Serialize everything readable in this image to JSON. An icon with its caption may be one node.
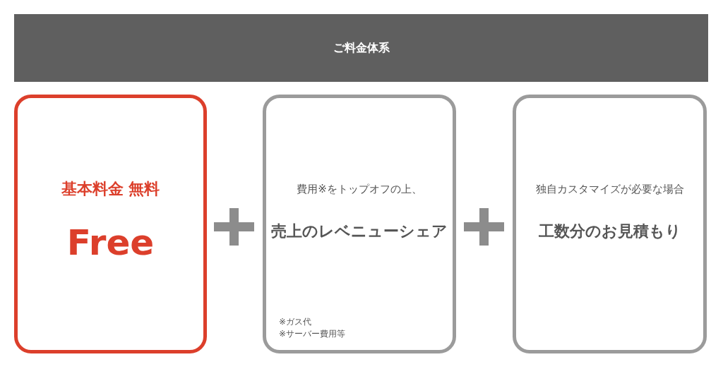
{
  "diagram": {
    "nodes": [
      {
        "text": [
          "ご料金体系"
        ]
      },
      {
        "text": [
          "基本料金 無料",
          "Free"
        ]
      },
      {
        "text": [
          "費用※をトップオフの上、",
          "売上のレベニューシェア",
          "※ガス代",
          "※サーバー費用等"
        ]
      },
      {
        "text": [
          "独自カスタマイズが必要な場合",
          "工数分のお見積もり"
        ]
      }
    ]
  }
}
